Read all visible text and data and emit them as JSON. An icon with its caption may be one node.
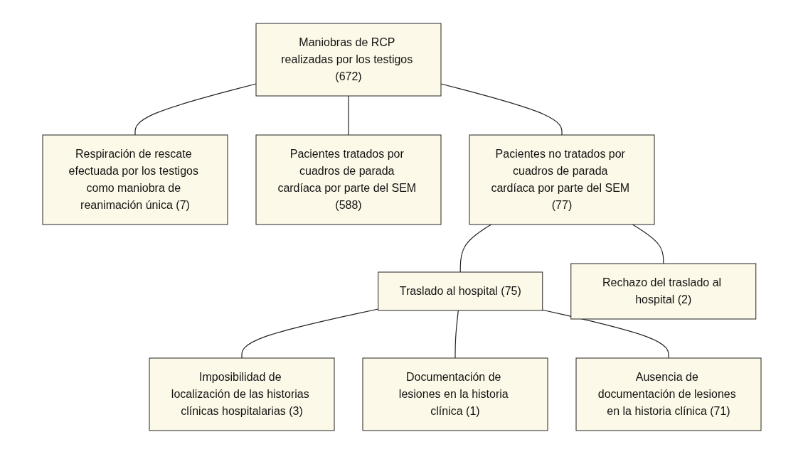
{
  "diagram": {
    "nodes": [
      {
        "text": [
          "Maniobras de RCP realizadas por los testigos (672)"
        ]
      },
      {
        "text": [
          "Respiración de rescate efectuada por los testigos como maniobra de reanimación única (7)"
        ]
      },
      {
        "text": [
          "Pacientes tratados por cuadros de parada cardíaca por parte del SEM (588)"
        ]
      },
      {
        "text": [
          "Pacientes no tratados por cuadros de parada cardíaca por parte del SEM (77)"
        ]
      },
      {
        "text": [
          "Imposibilidad de localización de las historias clínicas hospitalarias (3)"
        ]
      },
      {
        "text": [
          "Traslado al hospital (75)"
        ]
      },
      {
        "text": [
          "Rechazo del traslado al hospital (2)"
        ]
      },
      {
        "text": [
          "Documentación de lesiones en la historia clínica (1)"
        ]
      },
      {
        "text": [
          "Ausencia de documentación de lesiones en la historia clínica (71)"
        ]
      }
    ],
    "edges": [
      {
        "from": 0,
        "to": 1,
        "arrow": "none"
      },
      {
        "from": 0,
        "to": 2,
        "arrow": "none"
      },
      {
        "from": 0,
        "to": 3,
        "arrow": "none"
      },
      {
        "from": 3,
        "to": 5,
        "arrow": "none"
      },
      {
        "from": 3,
        "to": 6,
        "arrow": "none"
      },
      {
        "from": 5,
        "to": 4,
        "arrow": "none"
      },
      {
        "from": 5,
        "to": 7,
        "arrow": "none"
      },
      {
        "from": 5,
        "to": 8,
        "arrow": "none"
      }
    ]
  }
}
